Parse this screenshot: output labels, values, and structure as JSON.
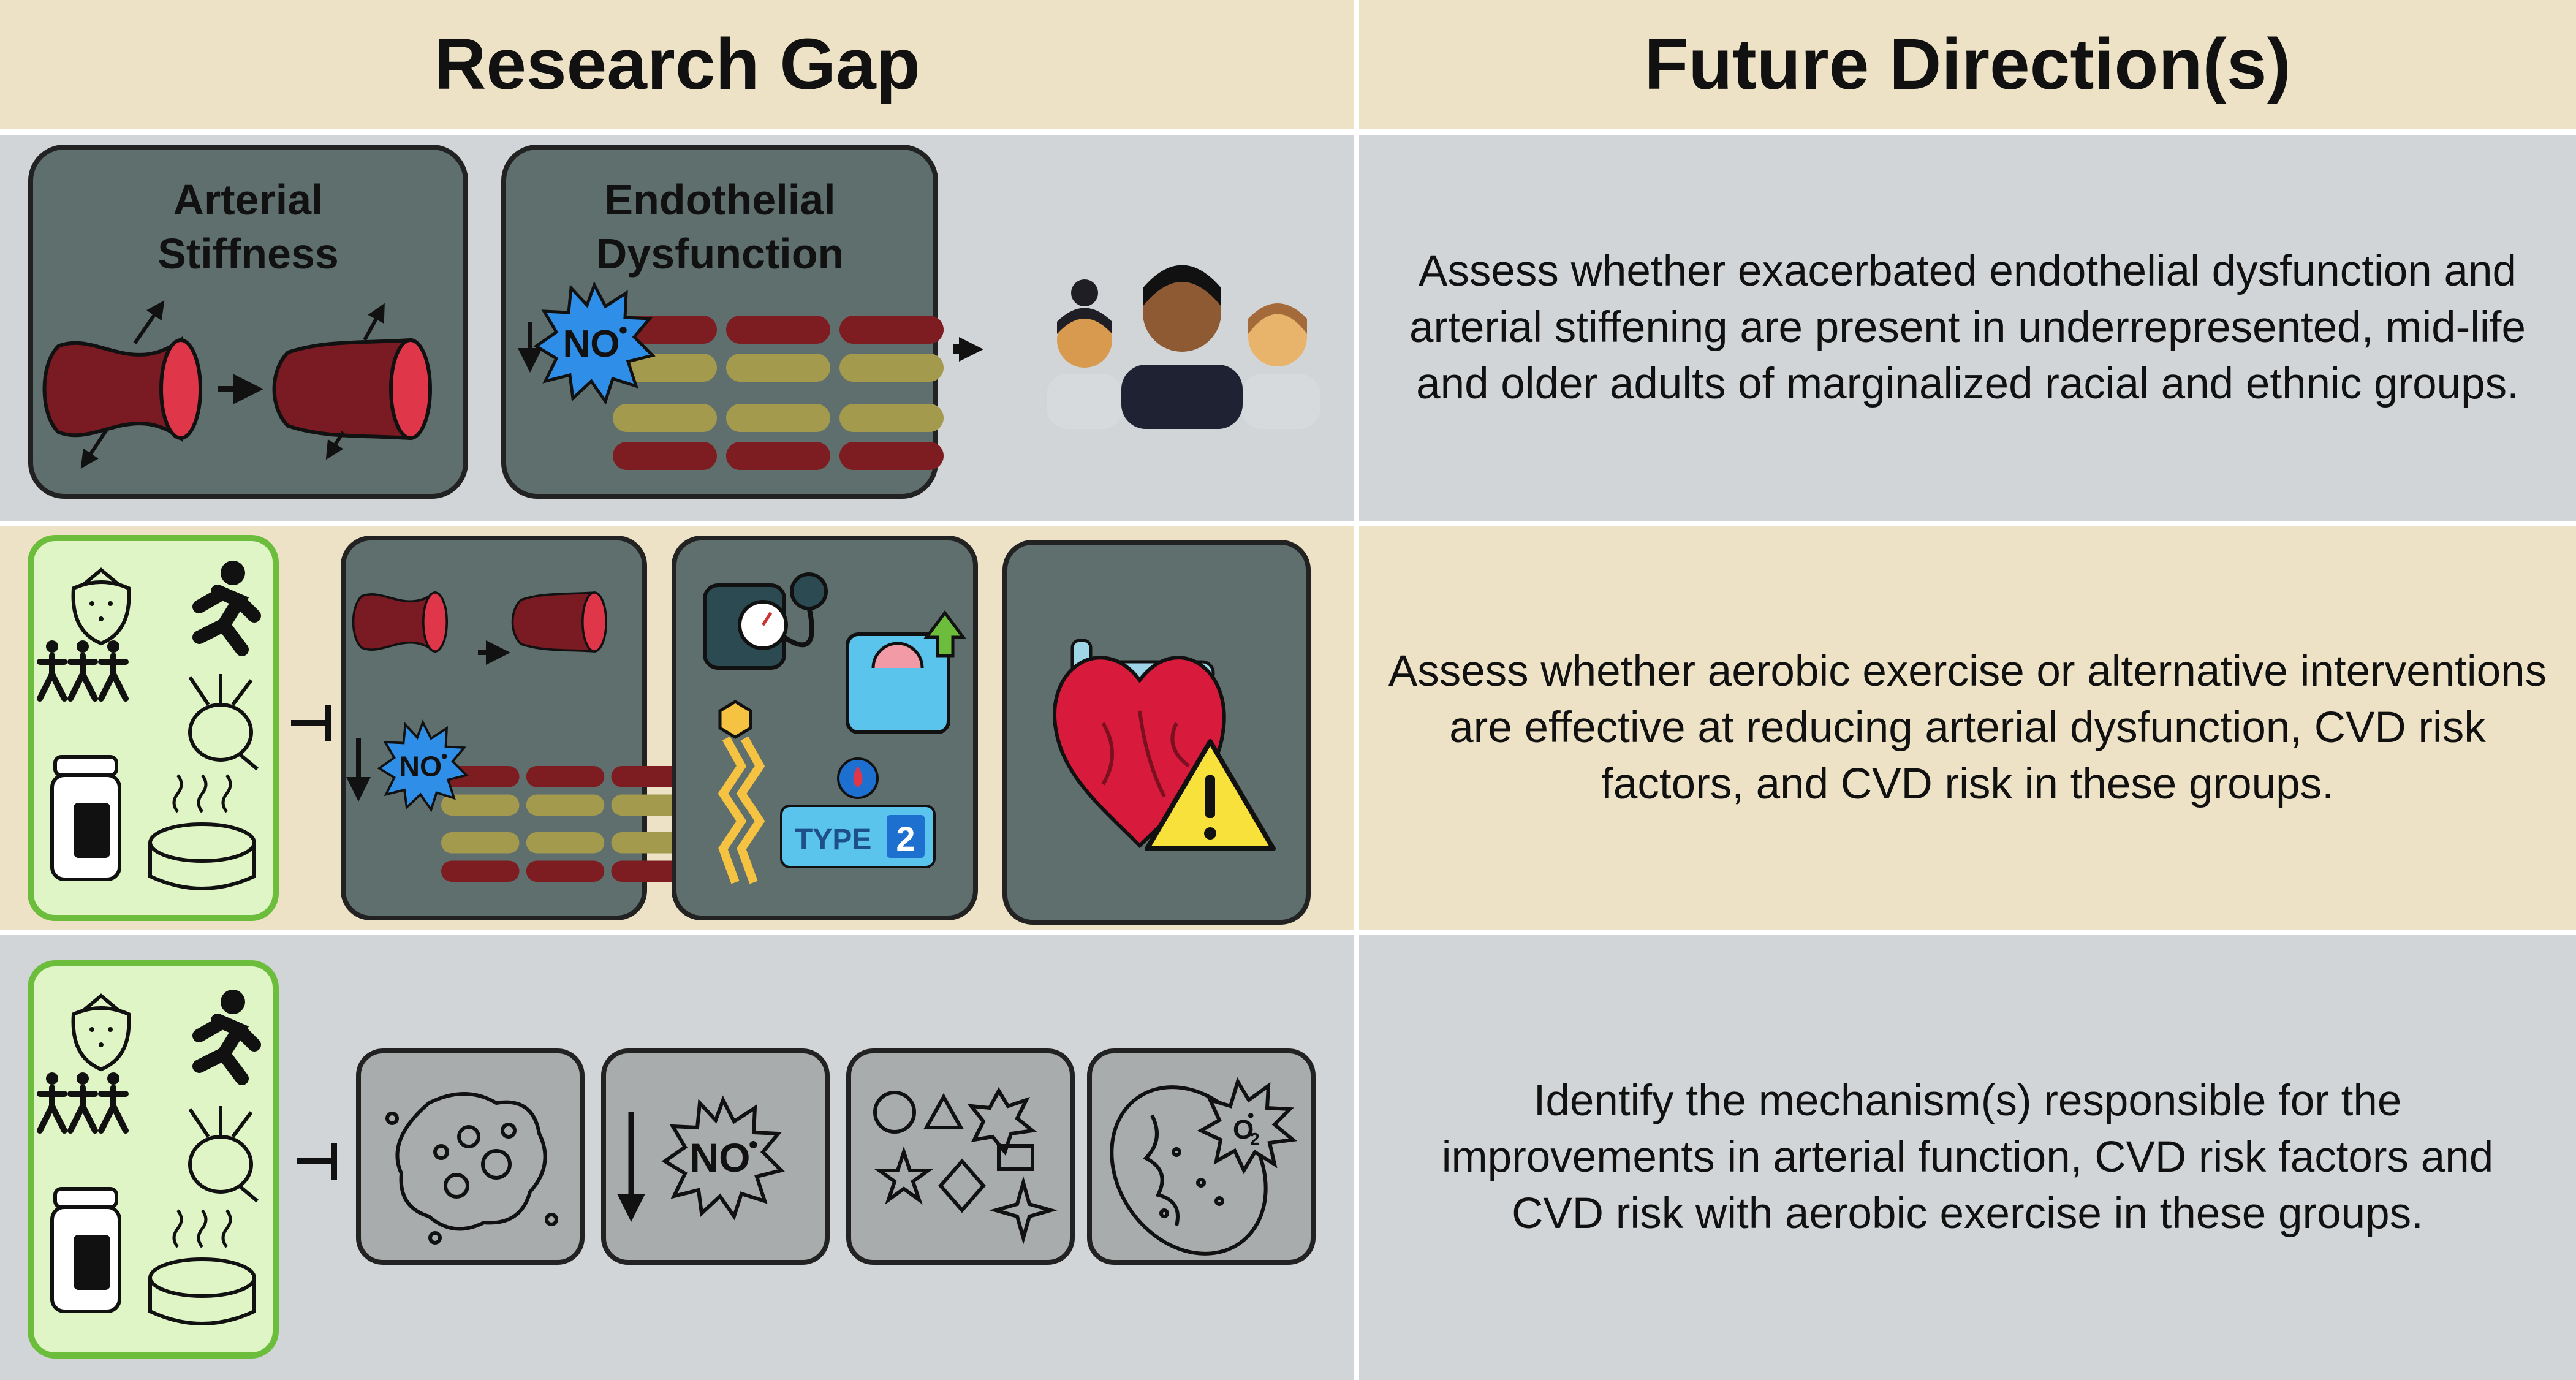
{
  "header": {
    "left": "Research Gap",
    "right": "Future Direction(s)"
  },
  "rows": [
    {
      "gap_panels": [
        "Arterial Stiffness",
        "Endothelial Dysfunction"
      ],
      "direction": "Assess whether exacerbated endothelial dysfunction and arterial stiffening are present in underrepresented, mid-life and older adults of marginalized racial and ethnic groups."
    },
    {
      "direction": "Assess whether aerobic exercise or alternative interventions are effective at reducing arterial dysfunction, CVD risk factors, and CVD risk in these groups."
    },
    {
      "direction": "Identify the mechanism(s) responsible for the improvements in arterial function, CVD risk factors and CVD risk with aerobic exercise in these groups."
    }
  ],
  "labels": {
    "arterial_line1": "Arterial",
    "arterial_line2": "Stiffness",
    "endothelial_line1": "Endothelial",
    "endothelial_line2": "Dysfunction",
    "nitric_oxide": "NO",
    "radical": "•",
    "oxygen_radical": "O",
    "oxygen_sub": "2",
    "diabetes_type": "TYPE",
    "diabetes_num": "2"
  },
  "icons": {
    "row1": [
      "artery-icon",
      "arrow-icon",
      "stiff-artery-icon",
      "no-burst-icon",
      "endothelium-icon",
      "people-icon"
    ],
    "row2": [
      "strawberry-icon",
      "runner-icon",
      "group-exercise-icon",
      "radish-icon",
      "supplement-icon",
      "sauna-icon",
      "inhibit-icon",
      "blood-pressure-icon",
      "scale-icon",
      "cholesterol-icon",
      "diabetes-icon",
      "heart-icon",
      "warning-icon"
    ],
    "row3": [
      "macrophage-icon",
      "no-burst-icon",
      "shapes-icon",
      "mitochondria-icon"
    ]
  },
  "colors": {
    "header_bg": "#ede2c6",
    "row_gray": "#d2d5d7",
    "row_tan": "#ede2c6",
    "panel_dark": "#5f6f6d",
    "panel_light": "#a9acac",
    "intervention_bg": "#dff5c6",
    "intervention_border": "#6cbd3c",
    "artery": "#7a1a22",
    "artery_lumen": "#e0364a",
    "endothelium_red": "#7d1d22",
    "endothelium_olive": "#a49a4e",
    "no_burst": "#2f8fe8"
  }
}
